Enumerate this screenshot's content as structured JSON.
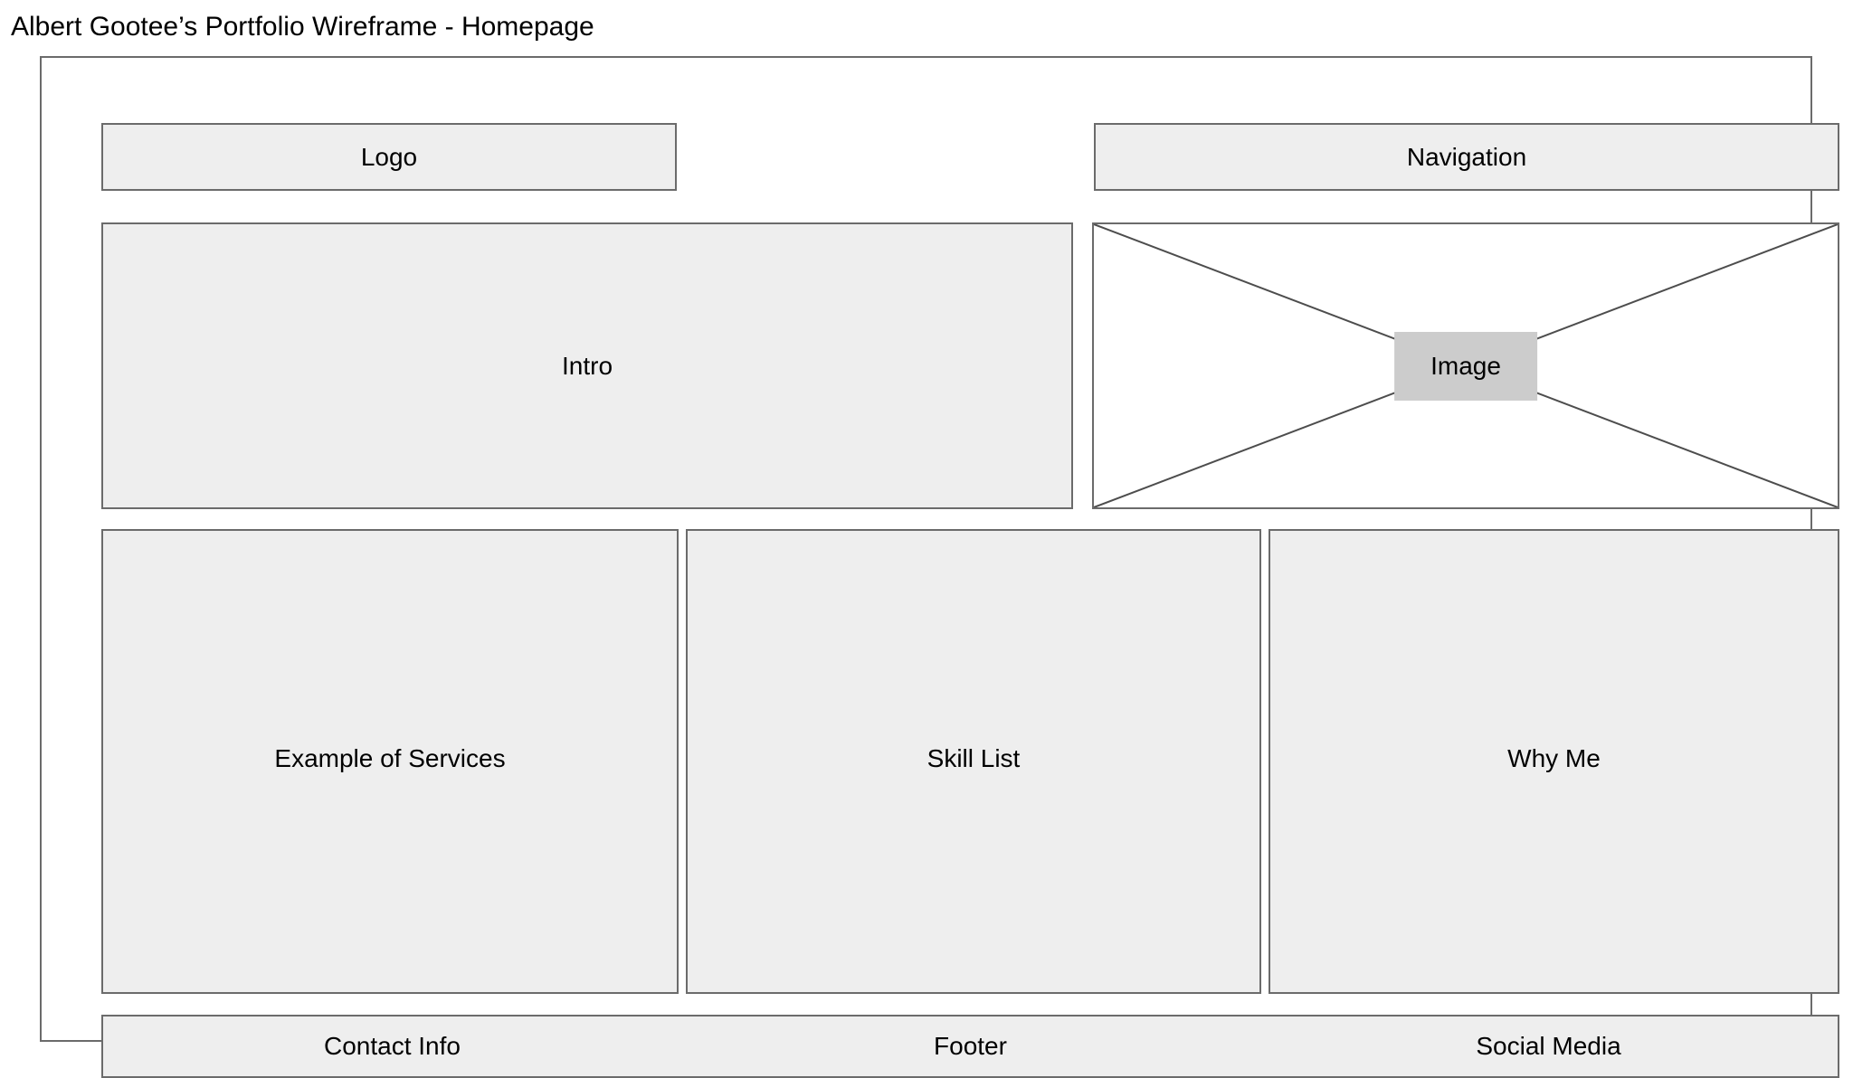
{
  "page": {
    "title": "Albert Gootee’s Portfolio Wireframe - Homepage"
  },
  "wireframe": {
    "header": {
      "logo_label": "Logo",
      "navigation_label": "Navigation"
    },
    "hero": {
      "intro_label": "Intro",
      "image_label": "Image"
    },
    "columns": [
      {
        "label": "Example of Services"
      },
      {
        "label": "Skill List"
      },
      {
        "label": "Why Me"
      }
    ],
    "footer": {
      "slots": [
        {
          "label": "Contact Info"
        },
        {
          "label": "Footer"
        },
        {
          "label": "Social Media"
        }
      ]
    }
  },
  "colors": {
    "block_fill": "#eeeeee",
    "block_border": "#6b6b6b",
    "image_caption_fill": "#cccccc",
    "canvas": "#ffffff",
    "text": "#000000"
  }
}
